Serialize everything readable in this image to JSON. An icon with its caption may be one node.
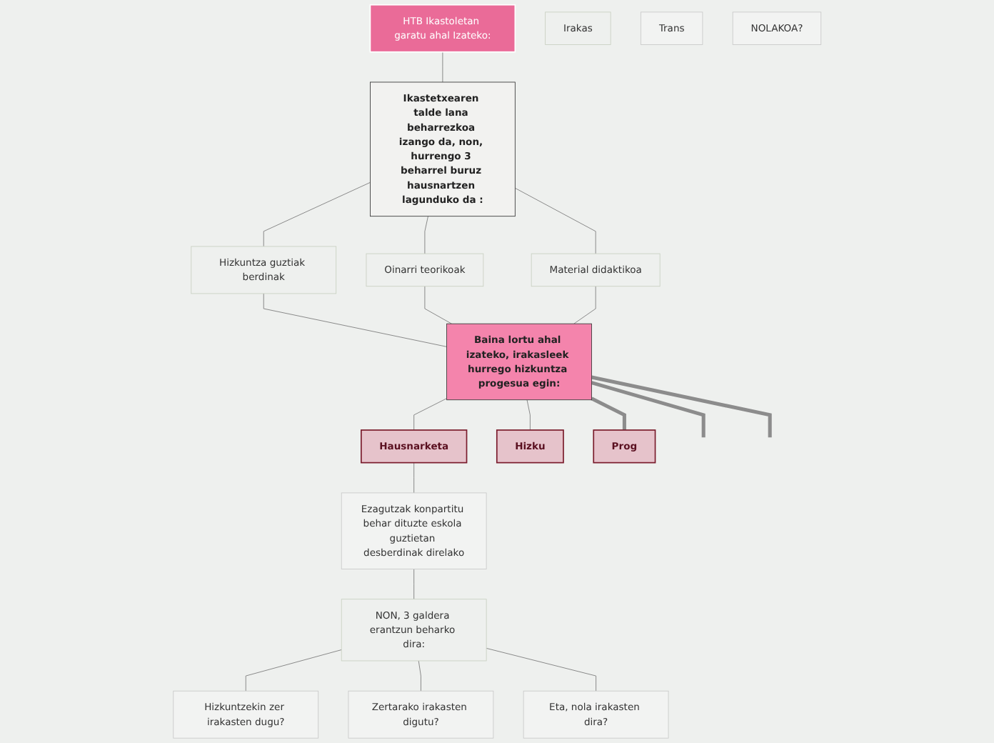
{
  "diagram": {
    "nodes": [
      {
        "text": [
          "HTB Ikastoletan garatu ahal Izateko:"
        ]
      },
      {
        "text": [
          "Ikastetxearen talde lana beharrezkoa izango da, non, hurrengo 3 beharrel buruz hausnartzen lagunduko da :"
        ]
      },
      {
        "text": [
          "Hizkuntza guztiak berdinak"
        ]
      },
      {
        "text": [
          "Oinarri teorikoak"
        ]
      },
      {
        "text": [
          "Material didaktikoa"
        ]
      },
      {
        "text": [
          "Baina lortu ahal izateko, irakasleek hurrego hizkuntza progesua egin:"
        ]
      },
      {
        "text": [
          "Hausnarketa"
        ]
      },
      {
        "text": [
          "Ezagutzak konpartitu behar dituzte eskola guztietan desberdinak direlako"
        ]
      },
      {
        "text": [
          "NON, 3 galdera erantzun beharko dira:"
        ]
      },
      {
        "text": [
          "Hizkuntzekin zer irakasten dugu?"
        ]
      },
      {
        "text": [
          "Zertarako irakasten digutu?"
        ]
      },
      {
        "text": [
          "Eta, nola irakasten dira?"
        ]
      },
      {
        "text": [
          "Hizku"
        ]
      },
      {
        "text": [
          "Irakas"
        ]
      },
      {
        "text": [
          "Trans"
        ]
      },
      {
        "text": [
          "Prog"
        ]
      },
      {
        "text": [
          "NOLAKOA?"
        ]
      }
    ],
    "edges": [
      {
        "from": 0,
        "to": 1,
        "arrow": "none"
      },
      {
        "from": 1,
        "to": 2,
        "arrow": "none"
      },
      {
        "from": 1,
        "to": 3,
        "arrow": "none"
      },
      {
        "from": 1,
        "to": 4,
        "arrow": "none"
      },
      {
        "from": 2,
        "to": 5,
        "arrow": "none"
      },
      {
        "from": 3,
        "to": 5,
        "arrow": "none"
      },
      {
        "from": 4,
        "to": 5,
        "arrow": "none"
      },
      {
        "from": 5,
        "to": 6,
        "arrow": "none"
      },
      {
        "from": 6,
        "to": 7,
        "arrow": "none"
      },
      {
        "from": 7,
        "to": 8,
        "arrow": "none"
      },
      {
        "from": 8,
        "to": 9,
        "arrow": "none"
      },
      {
        "from": 8,
        "to": 10,
        "arrow": "none"
      },
      {
        "from": 8,
        "to": 11,
        "arrow": "none"
      },
      {
        "from": 5,
        "to": 12,
        "arrow": "none"
      },
      {
        "from": 5,
        "to": 15,
        "arrow": "none",
        "style": "thick"
      },
      {
        "from": 5,
        "to": null,
        "arrow": "none",
        "style": "thick"
      },
      {
        "from": 5,
        "to": null,
        "arrow": "none",
        "style": "thick"
      }
    ]
  }
}
